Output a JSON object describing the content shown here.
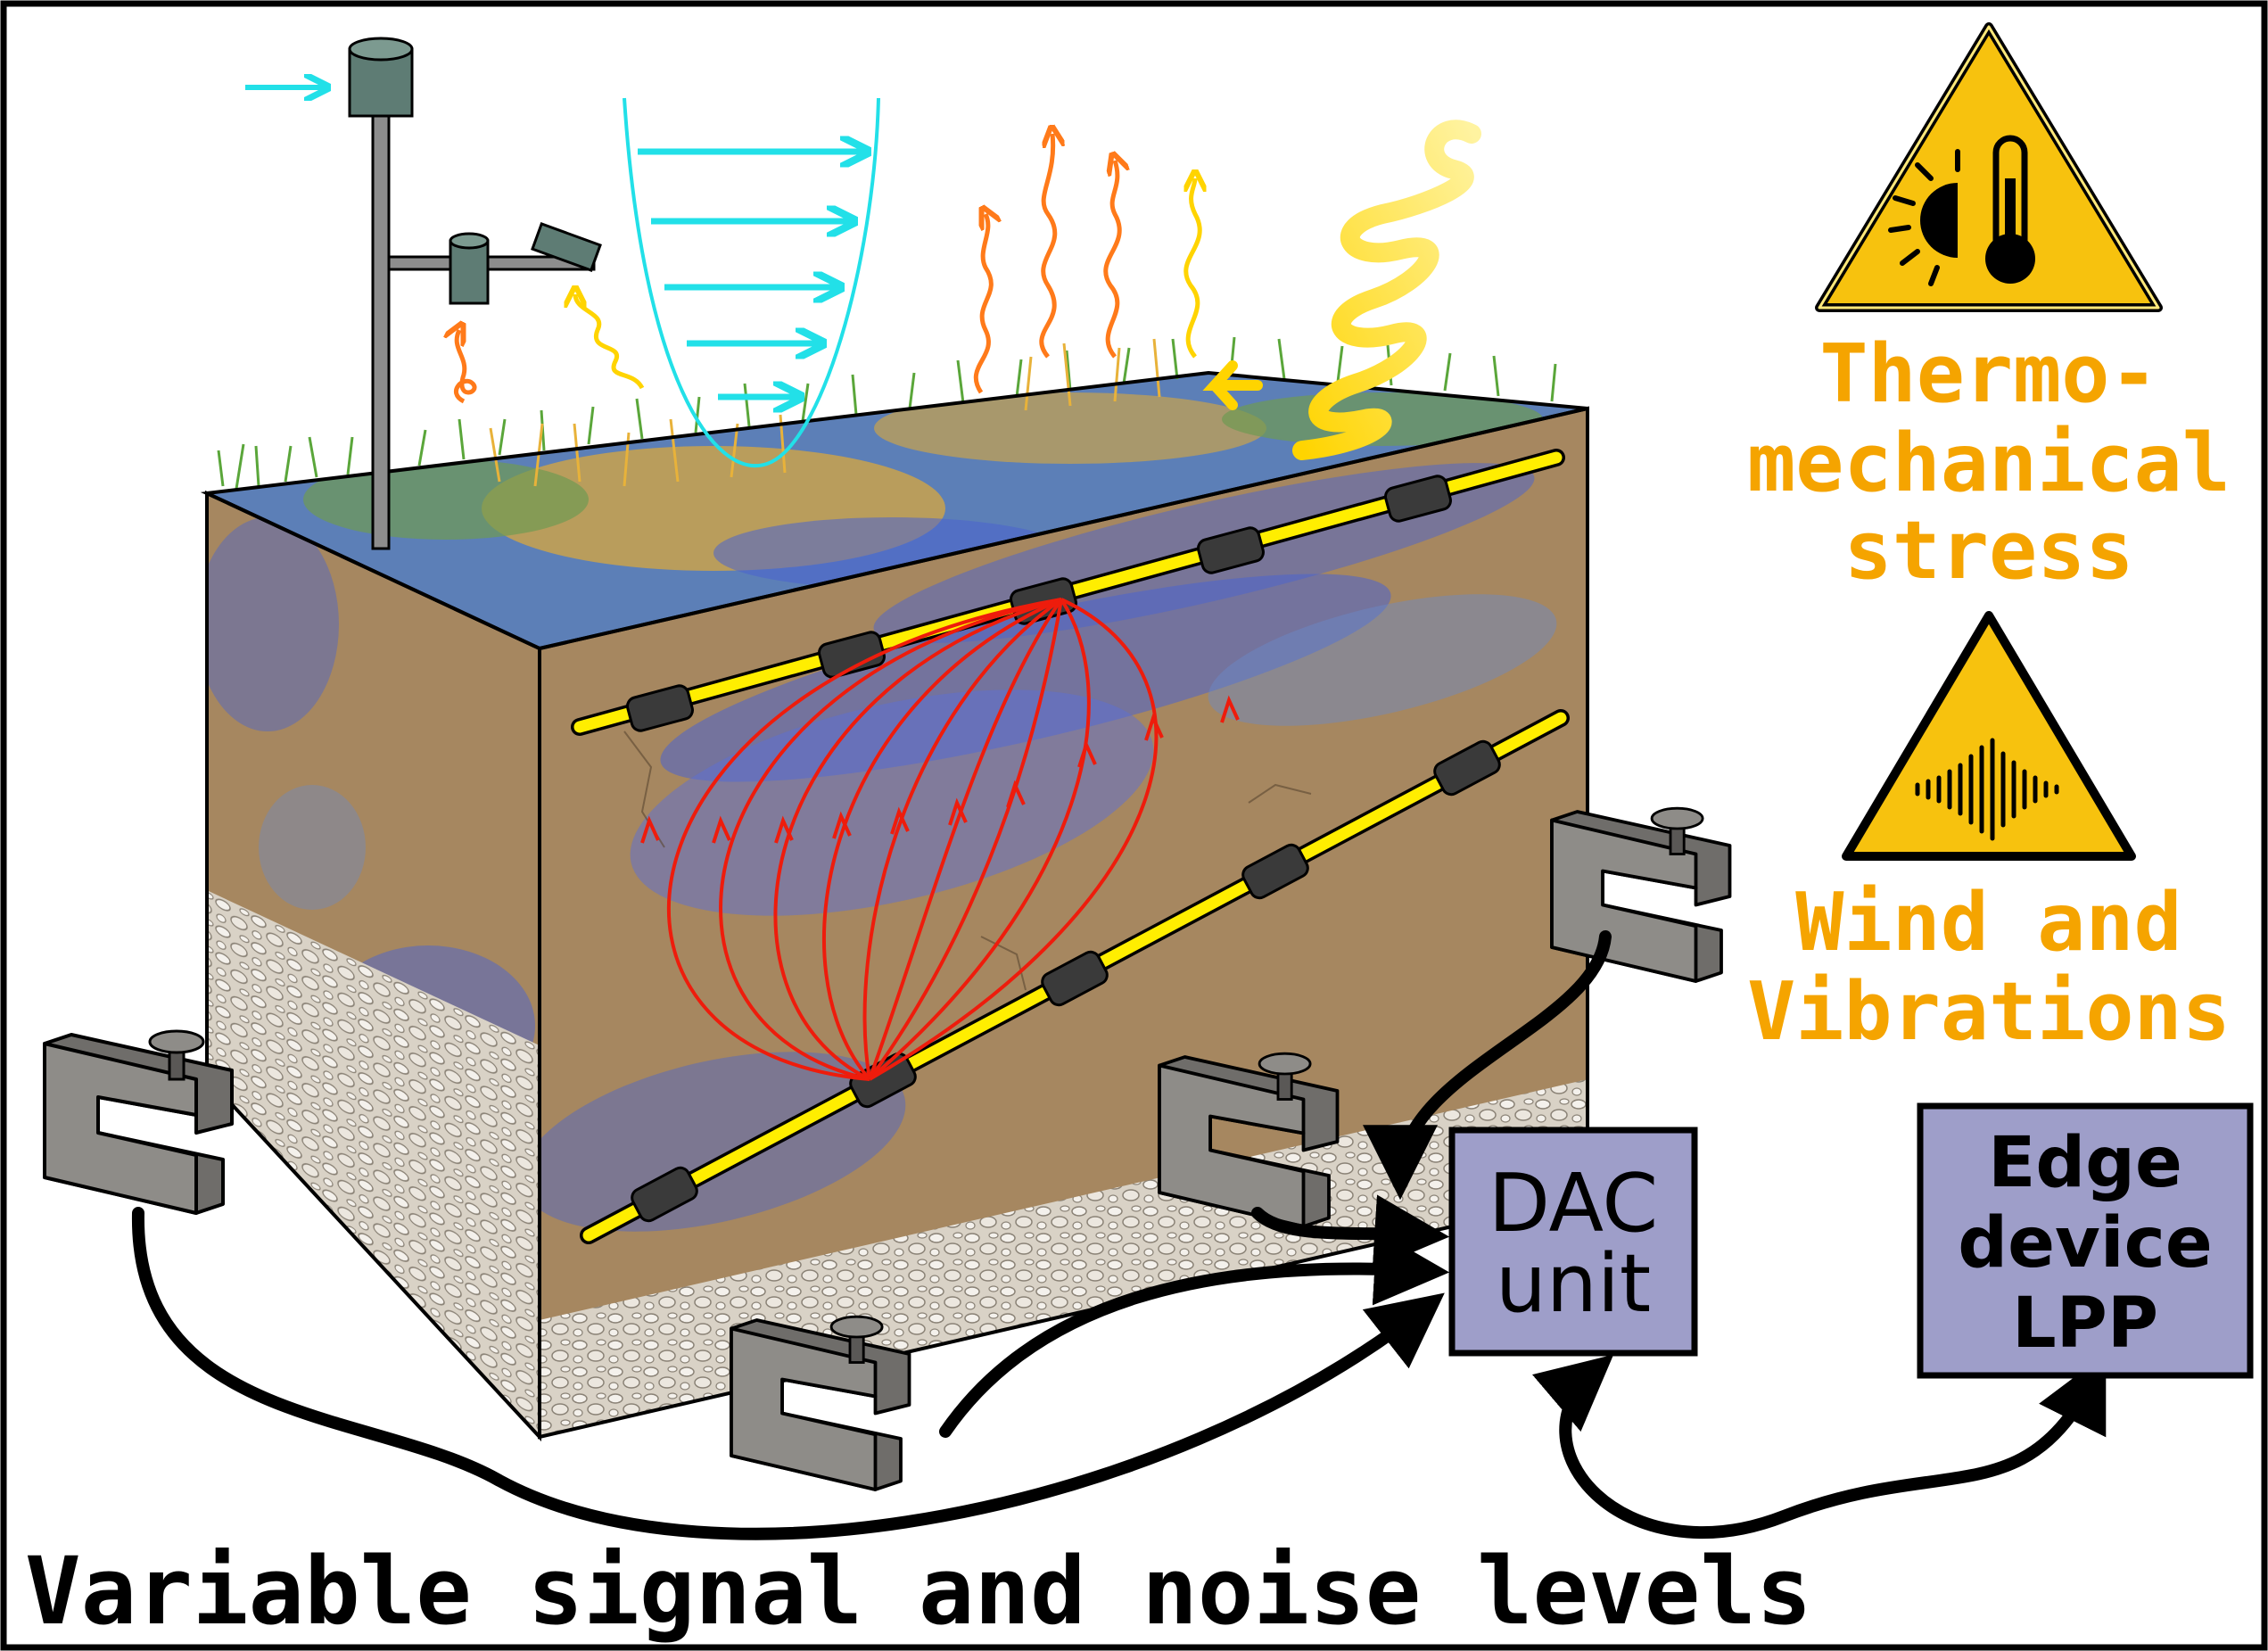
{
  "labels": {
    "thermo_line1": "Thermo-",
    "thermo_line2": "mechanical",
    "thermo_line3": "stress",
    "wind_line1": "Wind and",
    "wind_line2": "Vibrations",
    "dac_line1": "DAC",
    "dac_line2": "unit",
    "edge_line1": "Edge",
    "edge_line2": "device",
    "edge_line3": "LPP",
    "bottom_caption": "Variable signal and noise levels"
  },
  "colors": {
    "warning_text": "#f5a400",
    "warning_fill": "#f7c20e",
    "box_fill": "#9e9ec9",
    "cable": "#ffee00",
    "field_lines": "#ee1c0c",
    "wind_arrows": "#22e0e8",
    "soil": "#a68760",
    "water": "#4a63cf",
    "gravel": "#d9d2c6",
    "clamp": "#6f6d6a"
  },
  "icons": {
    "thermo_warning": "sun-thermometer-warning-icon",
    "vibration_warning": "soundwave-warning-icon",
    "clamp": "c-clamp-sensor-icon",
    "weather_station": "weather-station-icon"
  }
}
